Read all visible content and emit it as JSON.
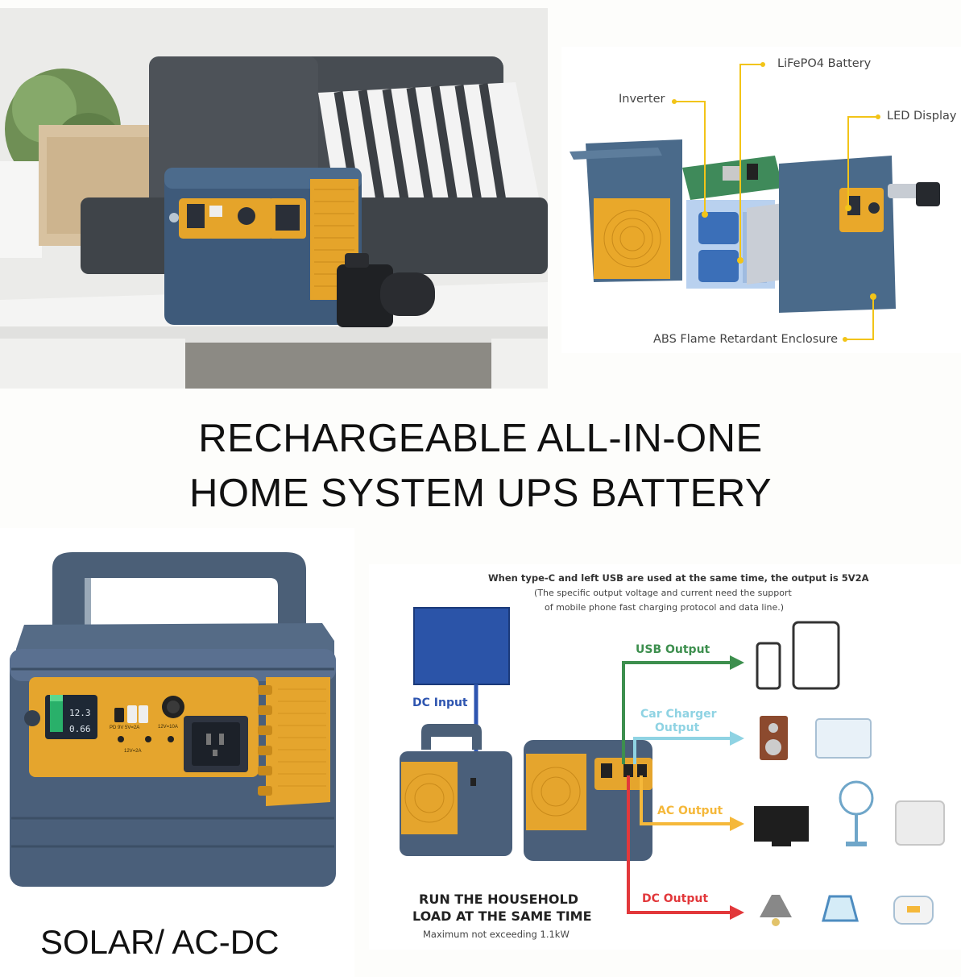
{
  "title": {
    "line1": "RECHARGEABLE ALL-IN-ONE",
    "line2": "HOME SYSTEM UPS BATTERY"
  },
  "product_panel": {
    "label": "SOLAR/ AC-DC",
    "display_top": "12.3",
    "display_bottom": "0.66",
    "usb_label": "PD 9V 5V=2A",
    "dc_label": "12V=10A",
    "dc_label2": "12V=2A"
  },
  "exploded_view": {
    "callouts": {
      "battery": "LiFePO4 Battery",
      "inverter": "Inverter",
      "display": "LED Display",
      "enclosure": "ABS Flame Retardant Enclosure"
    }
  },
  "diagram": {
    "note_title": "When type-C and left USB are used at the same time, the output is 5V2A",
    "note_line1": "(The specific output voltage and current need the support",
    "note_line2": "of mobile phone fast charging protocol and data line.)",
    "dc_input": "DC Input",
    "usb_output": "USB Output",
    "car_charger_line1": "Car Charger",
    "car_charger_line2": "Output",
    "ac_output": "AC Output",
    "dc_output": "DC Output",
    "run_line1": "RUN THE HOUSEHOLD",
    "run_line2": "LOAD AT THE SAME TIME",
    "max_note": "Maximum not exceeding 1.1kW",
    "colors": {
      "usb": "#3d8f4e",
      "car": "#8fd3e3",
      "ac": "#f5b83a",
      "dc": "#e2383b",
      "input": "#2e55b0",
      "panel": "#2b54a8"
    }
  }
}
